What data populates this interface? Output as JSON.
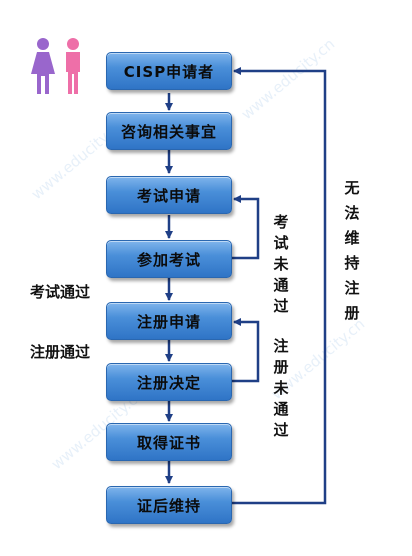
{
  "nodes": {
    "applicant": "CISP申请者",
    "consult": "咨询相关事宜",
    "exam_apply": "考试申请",
    "take_exam": "参加考试",
    "register_apply": "注册申请",
    "register_decide": "注册决定",
    "get_cert": "取得证书",
    "maintain": "证后维持"
  },
  "labels": {
    "exam_passed": "考试通过",
    "register_passed": "注册通过",
    "exam_failed": [
      "考",
      "试",
      "未",
      "通",
      "过"
    ],
    "register_failed": [
      "注",
      "册",
      "未",
      "通",
      "过"
    ],
    "cannot_maintain": [
      "无",
      "法",
      "维",
      "持",
      "注",
      "册"
    ]
  },
  "watermark": "www.educity.cn",
  "colors": {
    "arrow": "#1f3f86",
    "box_top": "#7fb4ec",
    "box_bottom": "#2f74c6"
  }
}
